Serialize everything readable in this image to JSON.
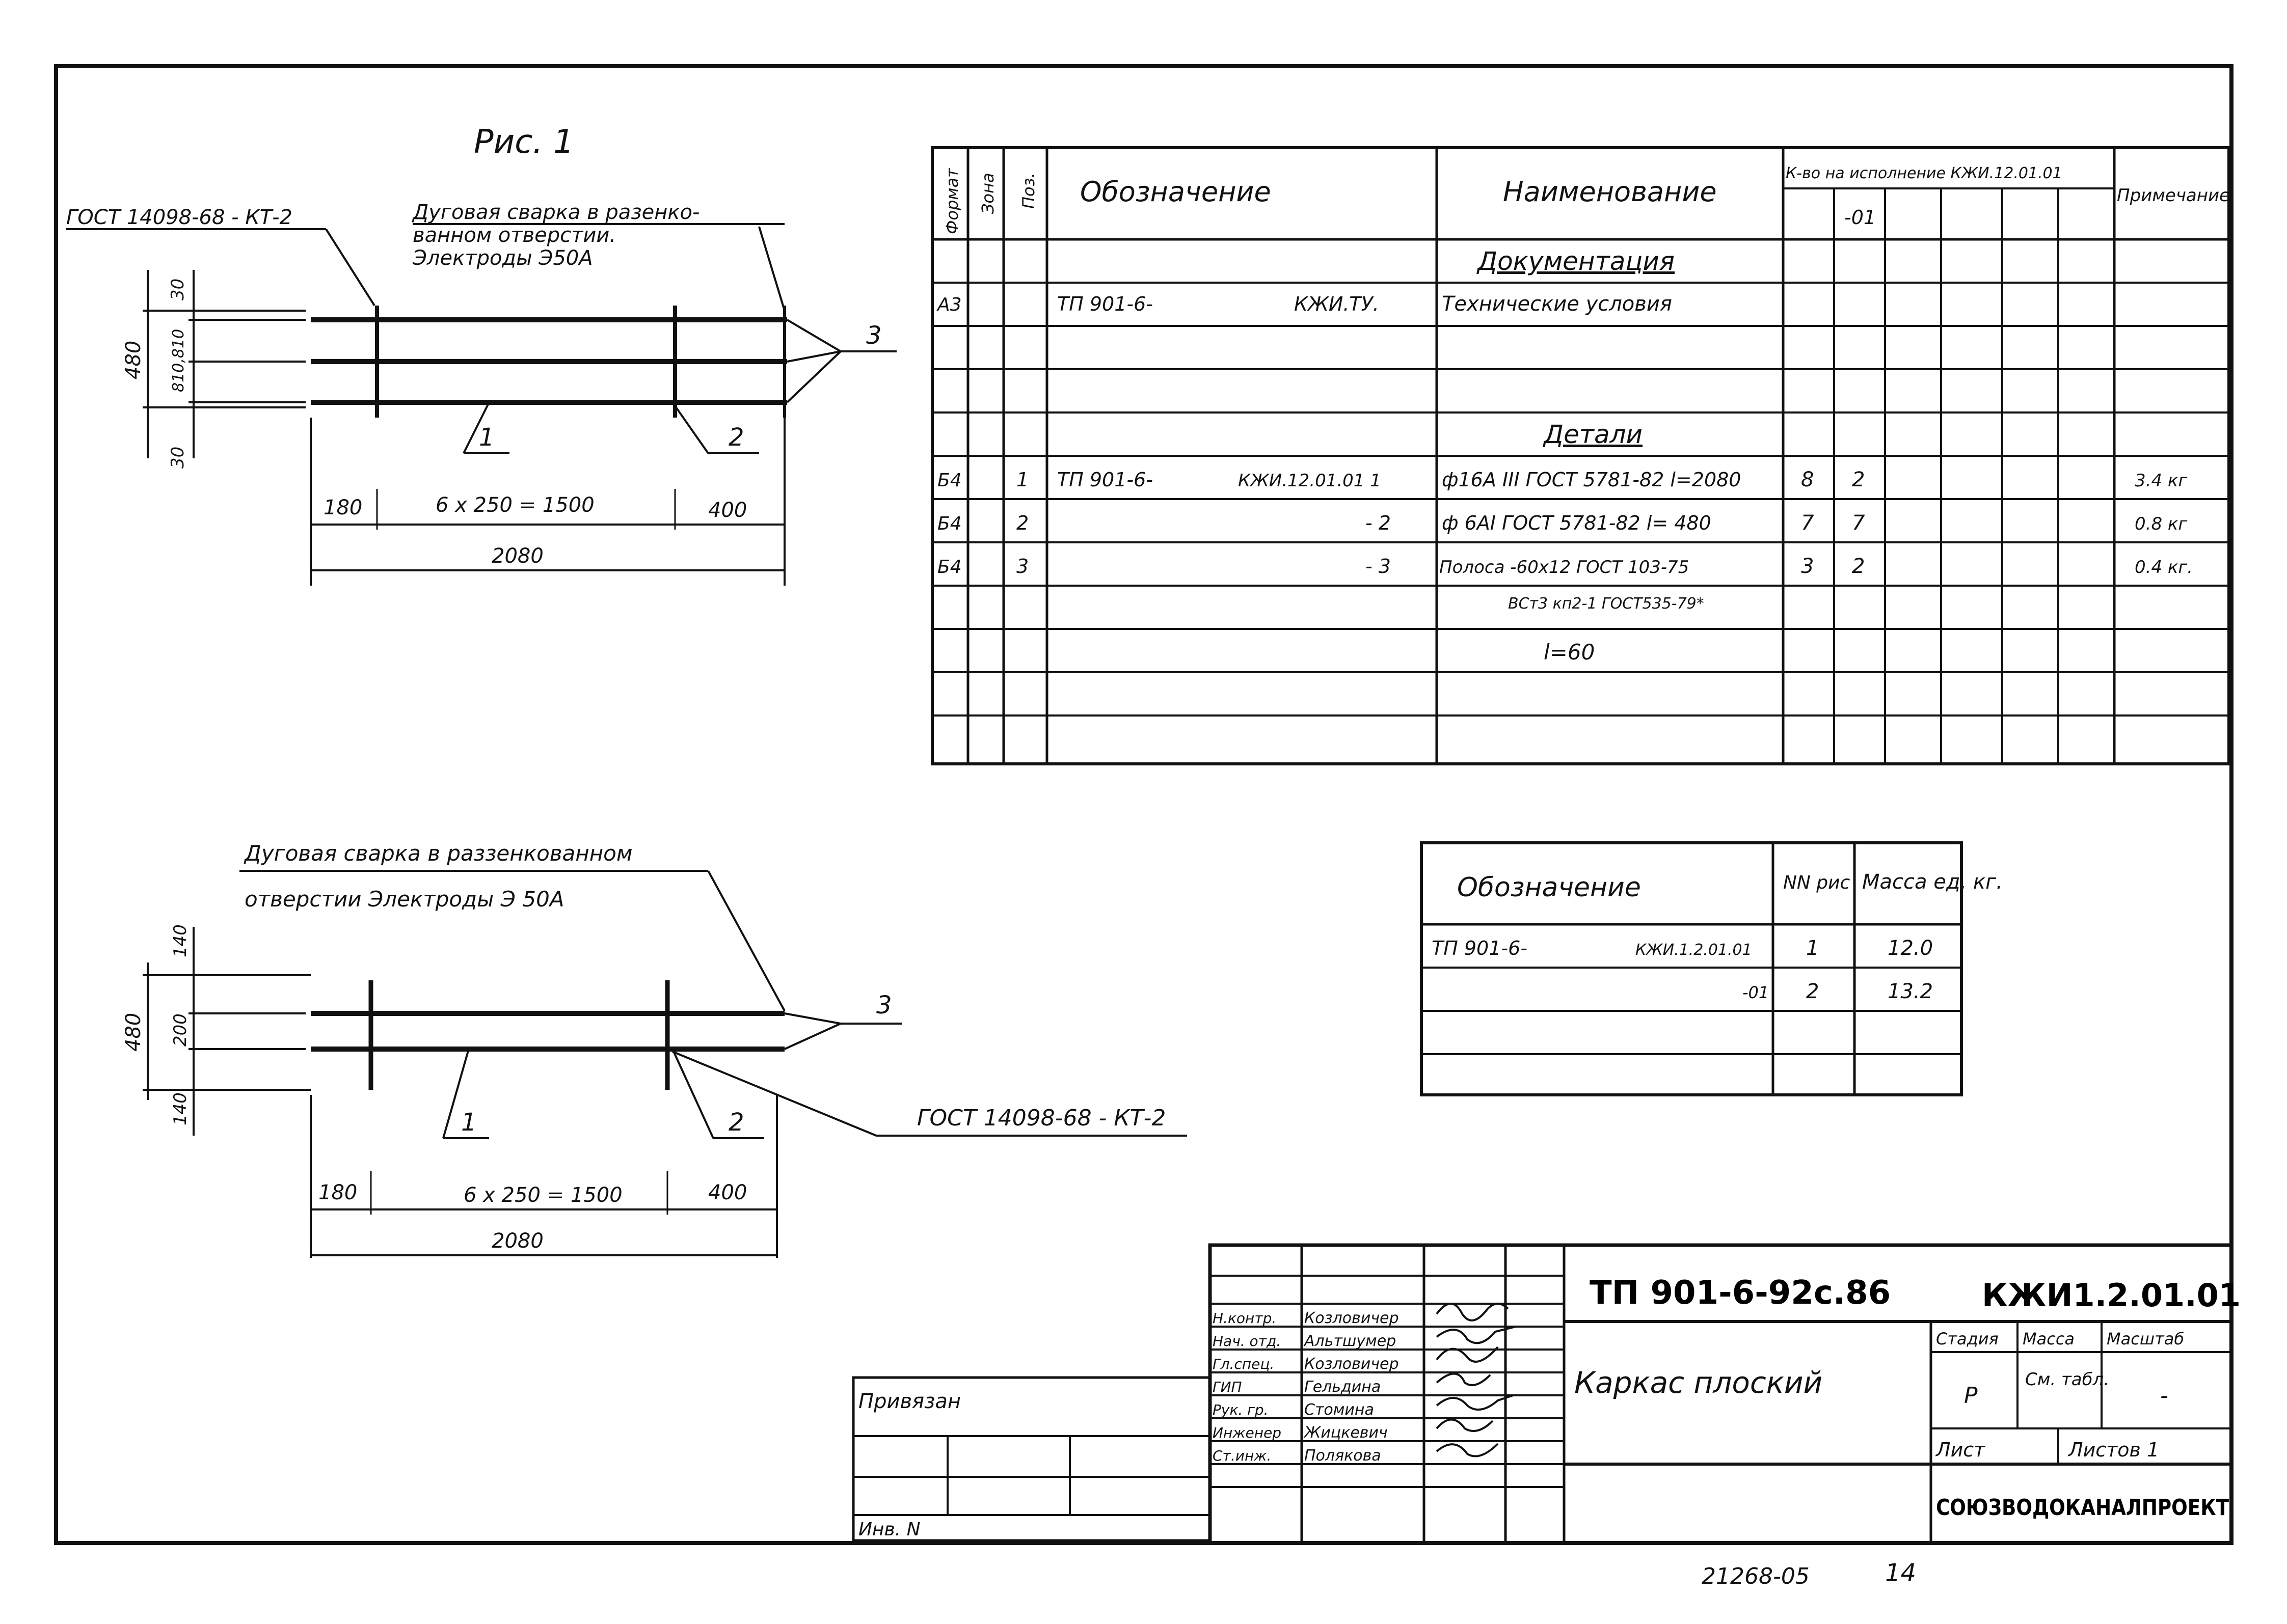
{
  "figure": {
    "title": "Рис. 1",
    "weld_note_top_line1": "Дуговая сварка в разенко-",
    "weld_note_top_line2": "ванном отверстии.",
    "weld_note_top_line3": "Электроды Э50А",
    "gost_top": "ГОСТ 14098-68 - КТ-2",
    "weld_note_bottom_line1": "Дуговая сварка в раззенкованном",
    "weld_note_bottom_line2": "отверстии Электроды Э 50А",
    "gost_bottom": "ГОСТ 14098-68 - КТ-2",
    "pos1": "1",
    "pos2": "2",
    "pos3": "3",
    "dims_top": {
      "d30a": "30",
      "d810": "810,810",
      "d480": "480",
      "d30b": "30",
      "d180": "180",
      "d1500": "6 x 250 = 1500",
      "d400": "400",
      "d2080": "2080"
    },
    "dims_bottom": {
      "d140a": "140",
      "d200": "200",
      "d480": "480",
      "d140b": "140",
      "d180": "180",
      "d1500": "6 x 250 = 1500",
      "d400": "400",
      "d2080": "2080"
    }
  },
  "spec_table": {
    "headers": {
      "format": "Формат",
      "zone": "Зона",
      "pos": "Поз.",
      "designation": "Обозначение",
      "name": "Наименование",
      "qty": "К-во на исполнение КЖИ.12.01.01",
      "qty_sub": "-01",
      "note": "Примечание"
    },
    "section_docs": "Документация",
    "section_parts": "Детали",
    "rows": [
      {
        "format": "А3",
        "pos": "",
        "designation_a": "ТП 901-6-",
        "designation_b": "КЖИ.ТУ.",
        "name": "Технические условия",
        "q1": "",
        "q2": "",
        "note": ""
      },
      {
        "format": "Б4",
        "pos": "1",
        "designation_a": "ТП 901-6-",
        "designation_b": "КЖИ.12.01.01 1",
        "name": "ф16А III ГОСТ 5781-82 l=2080",
        "q1": "8",
        "q2": "2",
        "note": "3.4 кг"
      },
      {
        "format": "Б4",
        "pos": "2",
        "designation_a": "",
        "designation_b": "- 2",
        "name": "ф 6АI ГОСТ 5781-82 l= 480",
        "q1": "7",
        "q2": "7",
        "note": "0.8 кг"
      },
      {
        "format": "Б4",
        "pos": "3",
        "designation_a": "",
        "designation_b": "- 3",
        "name": "Полоса -60х12 ГОСТ 103-75",
        "name2": "ВСт3 кп2-1 ГОСТ535-79*",
        "q1": "3",
        "q2": "2",
        "note": "0.4 кг."
      }
    ],
    "extra": "l=60"
  },
  "mass_table": {
    "h_designation": "Обозначение",
    "h_num": "NN рис",
    "h_mass": "Масса ед. кг.",
    "rows": [
      {
        "designation_a": "ТП 901-6-",
        "designation_b": "КЖИ.1.2.01.01",
        "num": "1",
        "mass": "12.0"
      },
      {
        "designation_a": "",
        "designation_b": "-01",
        "num": "2",
        "mass": "13.2"
      }
    ]
  },
  "title_block": {
    "doc_number": "ТП 901-6-92с.86",
    "doc_code": "КЖИ1.2.01.01",
    "title": "Каркас плоский",
    "stage_h": "Стадия",
    "mass_h": "Масса",
    "scale_h": "Масштаб",
    "stage": "Р",
    "mass": "См. табл.",
    "scale": "-",
    "sheet_h": "Лист",
    "sheets_h": "Листов 1",
    "org": "СОЮЗВОДОКАНАЛПРОЕКТ",
    "privyazan": "Привязан",
    "inv": "Инв. N",
    "roles": [
      {
        "role": "Н.контр.",
        "name": "Козловичер"
      },
      {
        "role": "Нач. отд.",
        "name": "Альтшумер"
      },
      {
        "role": "Гл.спец.",
        "name": "Козловичер"
      },
      {
        "role": "ГИП",
        "name": "Гельдина"
      },
      {
        "role": "Рук. гр.",
        "name": "Стомина"
      },
      {
        "role": "Инженер",
        "name": "Жицкевич"
      },
      {
        "role": "Ст.инж.",
        "name": "Полякова"
      }
    ]
  },
  "footer": {
    "archive": "21268-05",
    "page": "14"
  }
}
